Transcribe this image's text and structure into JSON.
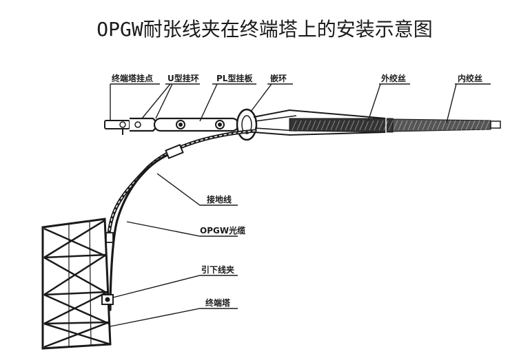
{
  "title": "OPGW耐张线夹在终端塔上的安装示意图",
  "labels": {
    "tower_hang_point": "终端塔挂点",
    "u_shackle": "U型挂环",
    "pl_plate": "PL型挂板",
    "thimble": "嵌环",
    "outer_armor": "外绞丝",
    "inner_armor": "内绞丝",
    "ground_wire": "接地线",
    "opgw_cable": "OPGW光缆",
    "down_lead_clamp": "引下线夹",
    "terminal_tower": "终端塔"
  },
  "colors": {
    "ink": "#1a1a1a",
    "background": "#ffffff"
  }
}
